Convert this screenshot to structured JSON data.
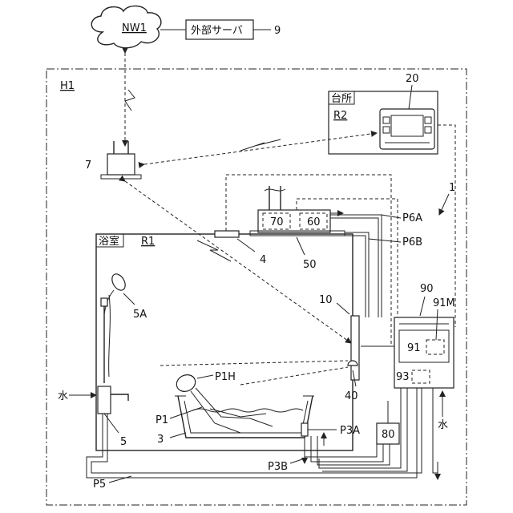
{
  "labels": {
    "network": "NW1",
    "external_server": "外部サーバ",
    "ref_9": "9",
    "house": "H1",
    "kitchen_room": "台所",
    "kitchen_code": "R2",
    "ref_20": "20",
    "ref_7": "7",
    "ref_1": "1",
    "ref_70": "70",
    "ref_60": "60",
    "pipe_p6a": "P6A",
    "pipe_p6b": "P6B",
    "bathroom": "浴室",
    "bathroom_code": "R1",
    "ref_4": "4",
    "ref_50": "50",
    "ref_90": "90",
    "ref_91m": "91M",
    "ref_5a": "5A",
    "ref_10": "10",
    "ref_91": "91",
    "ref_93": "93",
    "water_left": "水",
    "water_right": "水",
    "p1h": "P1H",
    "ref_40": "40",
    "p1": "P1",
    "p3a": "P3A",
    "ref_3": "3",
    "ref_5": "5",
    "ref_80": "80",
    "p3b": "P3B",
    "p5": "P5"
  }
}
